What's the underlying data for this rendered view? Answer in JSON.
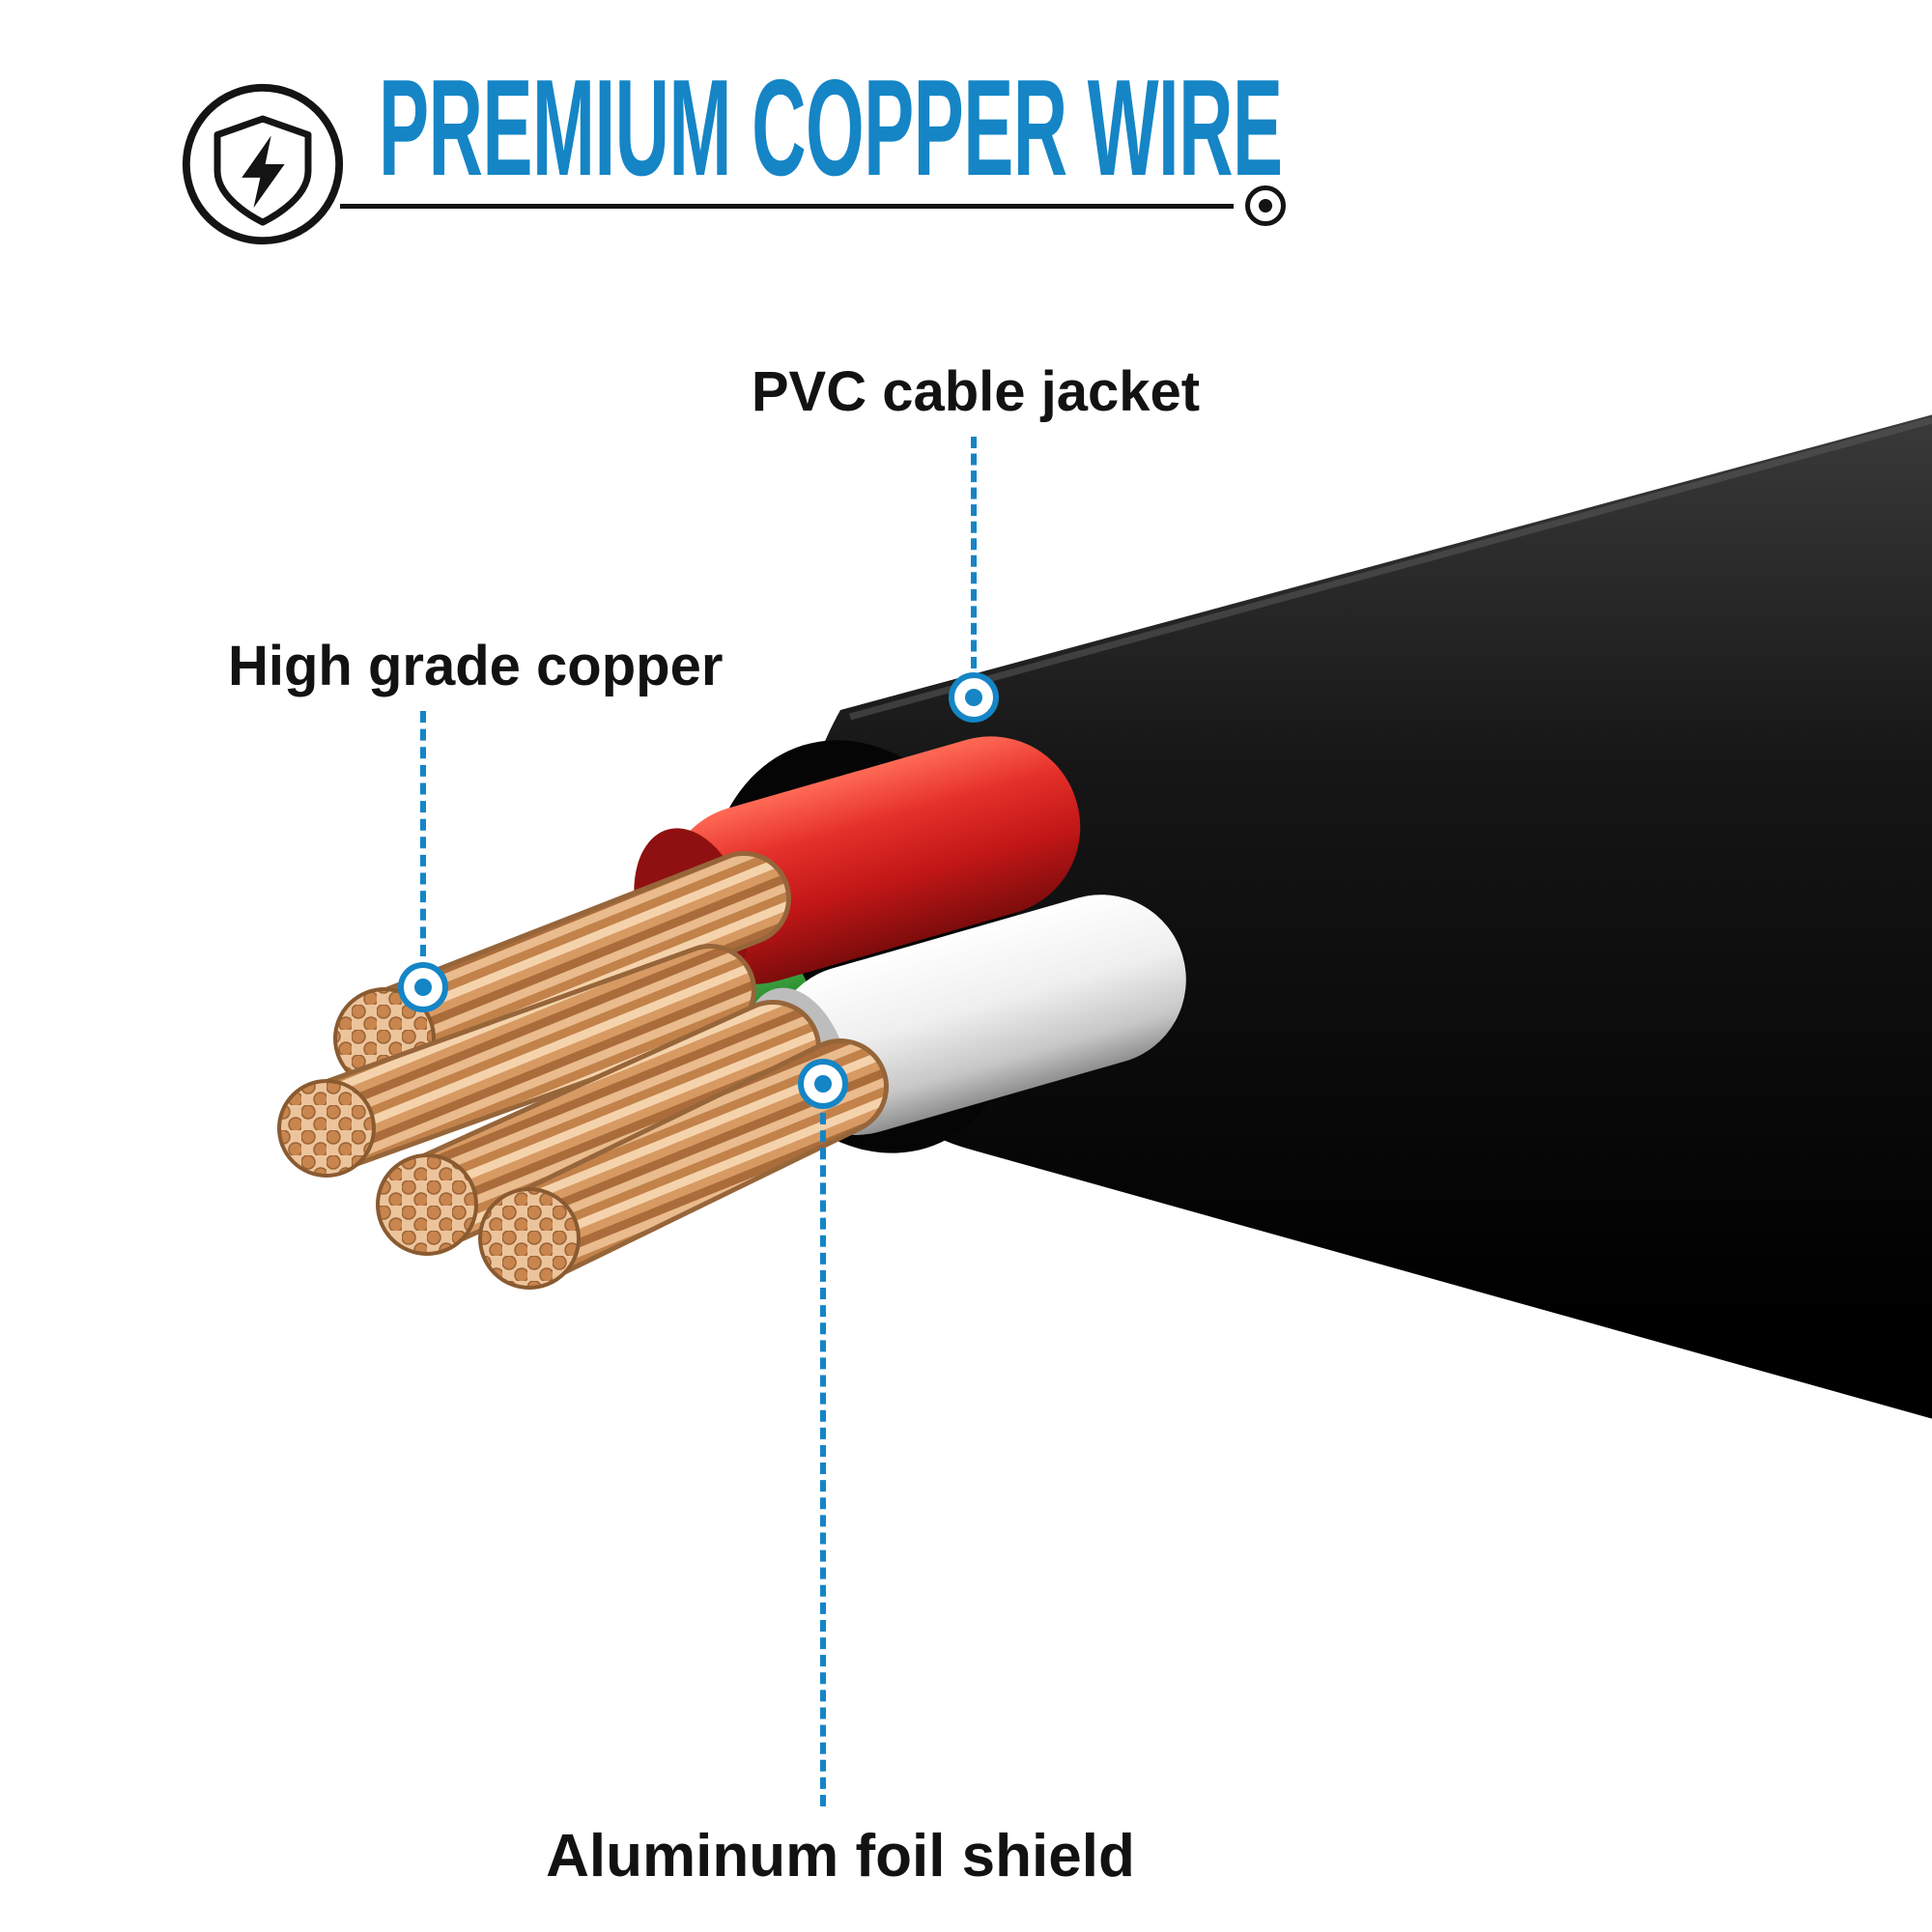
{
  "header": {
    "title": "PREMIUM COPPER WIRE"
  },
  "icons": {
    "shield": "shield-bolt-icon",
    "rule_end": "line-end-dot",
    "markers": "circle-point-marker"
  },
  "annotations": {
    "pvc": {
      "label": "PVC cable jacket"
    },
    "copper": {
      "label": "High grade copper"
    },
    "foil": {
      "label": "Aluminum foil shield"
    }
  },
  "colors": {
    "accent_blue": "#1585c6",
    "cable_jacket": "#0d0d0d",
    "wire_red": "#d81f1f",
    "wire_white": "#f2f2f2",
    "wire_green": "#2f9e2f",
    "copper": "#d89a63",
    "text": "#121212",
    "background": "#ffffff"
  },
  "illustration": {
    "subject": "Cut-away cable end showing red, white and green insulated conductors with stranded copper wire bundles"
  }
}
